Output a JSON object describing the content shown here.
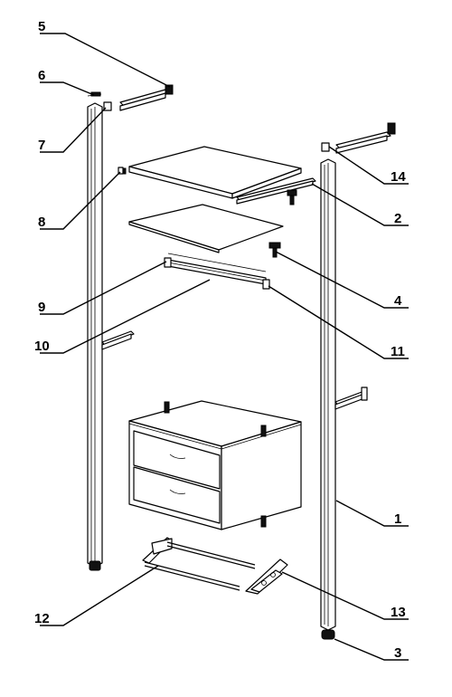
{
  "diagram": {
    "labels": [
      {
        "id": "5",
        "text": "5"
      },
      {
        "id": "6",
        "text": "6"
      },
      {
        "id": "7",
        "text": "7"
      },
      {
        "id": "8",
        "text": "8"
      },
      {
        "id": "9",
        "text": "9"
      },
      {
        "id": "10",
        "text": "10"
      },
      {
        "id": "14",
        "text": "14"
      },
      {
        "id": "2",
        "text": "2"
      },
      {
        "id": "4",
        "text": "4"
      },
      {
        "id": "11",
        "text": "11"
      },
      {
        "id": "1",
        "text": "1"
      },
      {
        "id": "12",
        "text": "12"
      },
      {
        "id": "13",
        "text": "13"
      },
      {
        "id": "3",
        "text": "3"
      }
    ]
  }
}
